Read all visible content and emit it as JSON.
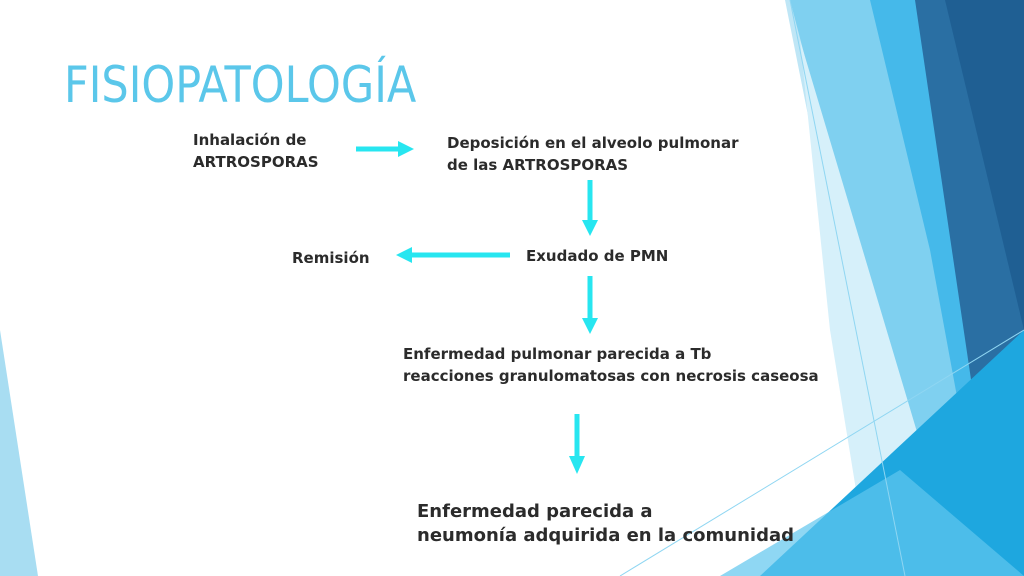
{
  "slide": {
    "title": "FISIOPATOLOGÍA",
    "colors": {
      "title": "#5bc7ea",
      "arrow": "#27e6f0",
      "text": "#2b2b2b",
      "decor_light": "#a8ddf2",
      "decor_mid": "#39b4e6",
      "decor_dark": "#2a6fa3"
    }
  },
  "diagram": {
    "nodes": {
      "inhalacion": [
        "Inhalación de",
        "ARTROSPORAS"
      ],
      "deposicion": [
        "Deposición en el alveolo pulmonar",
        "de las ARTROSPORAS"
      ],
      "exudado": [
        "Exudado de PMN"
      ],
      "remision": [
        "Remisión"
      ],
      "enfermedad_tb": [
        "Enfermedad pulmonar parecida a Tb",
        "reacciones granulomatosas con necrosis caseosa"
      ],
      "neumonia": [
        "Enfermedad parecida a",
        "neumonía adquirida en la comunidad"
      ]
    },
    "edges": [
      {
        "from": "inhalacion",
        "to": "deposicion",
        "direction": "right"
      },
      {
        "from": "deposicion",
        "to": "exudado",
        "direction": "down"
      },
      {
        "from": "exudado",
        "to": "remision",
        "direction": "left"
      },
      {
        "from": "exudado",
        "to": "enfermedad_tb",
        "direction": "down"
      },
      {
        "from": "enfermedad_tb",
        "to": "neumonia",
        "direction": "down"
      }
    ]
  }
}
